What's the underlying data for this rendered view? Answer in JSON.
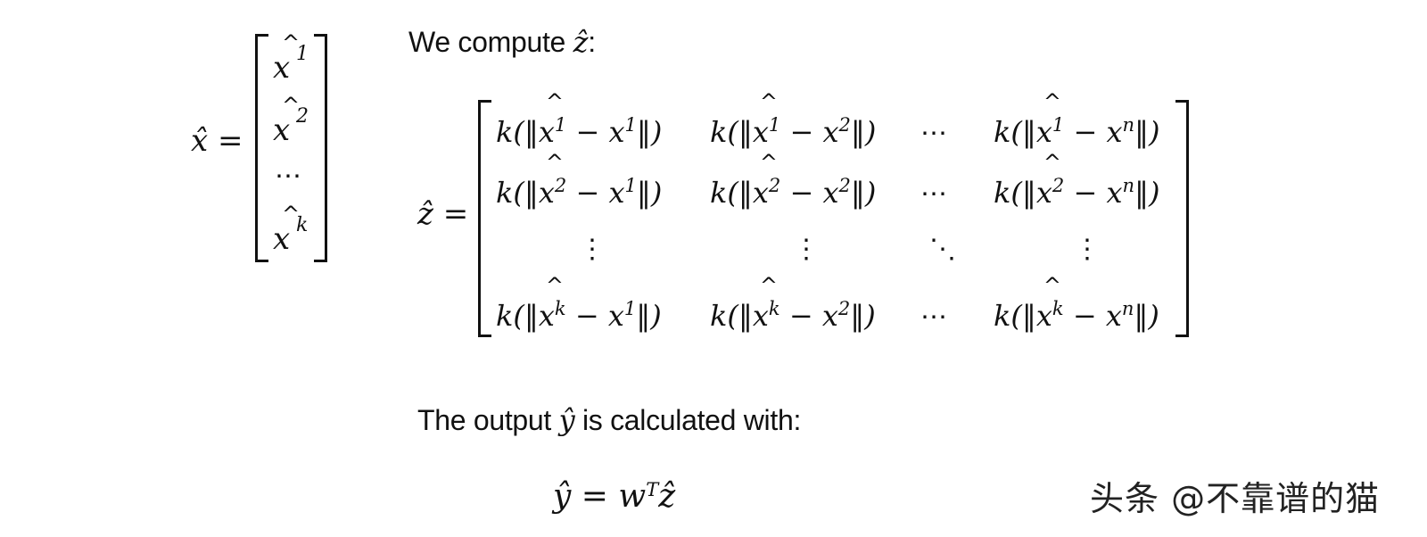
{
  "left_vector": {
    "lhs": "x̂ =",
    "entries": [
      {
        "base": "x",
        "sup": "1"
      },
      {
        "base": "x",
        "sup": "2"
      },
      {
        "base": "⋯",
        "sup": ""
      },
      {
        "base": "x",
        "sup": "k"
      }
    ]
  },
  "compute_text": {
    "before": "We compute ",
    "symbol": "ẑ",
    "after": ":"
  },
  "matrix": {
    "lhs": "ẑ =",
    "rows": [
      [
        {
          "pre": "k(‖",
          "hat_sup": "1",
          "post_base": " − x",
          "post_sup": "1",
          "close": "‖)"
        },
        {
          "pre": "k(‖",
          "hat_sup": "1",
          "post_base": " − x",
          "post_sup": "2",
          "close": "‖)"
        },
        {
          "dots": "⋯"
        },
        {
          "pre": "k(‖",
          "hat_sup": "1",
          "post_base": " − x",
          "post_sup": "n",
          "close": "‖)"
        }
      ],
      [
        {
          "pre": "k(‖",
          "hat_sup": "2",
          "post_base": " − x",
          "post_sup": "1",
          "close": "‖)"
        },
        {
          "pre": "k(‖",
          "hat_sup": "2",
          "post_base": " − x",
          "post_sup": "2",
          "close": "‖)"
        },
        {
          "dots": "⋯"
        },
        {
          "pre": "k(‖",
          "hat_sup": "2",
          "post_base": " − x",
          "post_sup": "n",
          "close": "‖)"
        }
      ],
      [
        {
          "dots": "⋮"
        },
        {
          "dots": "⋮"
        },
        {
          "dots": "⋱"
        },
        {
          "dots": "⋮"
        }
      ],
      [
        {
          "pre": "k(‖",
          "hat_sup": "k",
          "post_base": " − x",
          "post_sup": "1",
          "close": "‖)"
        },
        {
          "pre": "k(‖",
          "hat_sup": "k",
          "post_base": " − x",
          "post_sup": "2",
          "close": "‖)"
        },
        {
          "dots": "⋯"
        },
        {
          "pre": "k(‖",
          "hat_sup": "k",
          "post_base": " − x",
          "post_sup": "n",
          "close": "‖)"
        }
      ]
    ]
  },
  "output_text": {
    "before": "The output ",
    "symbol": "ŷ",
    "after": " is calculated with:"
  },
  "equation": {
    "lhs": "ŷ = w",
    "sup": "T",
    "rhs": "ẑ"
  },
  "watermark": "头条 @不靠谱的猫"
}
